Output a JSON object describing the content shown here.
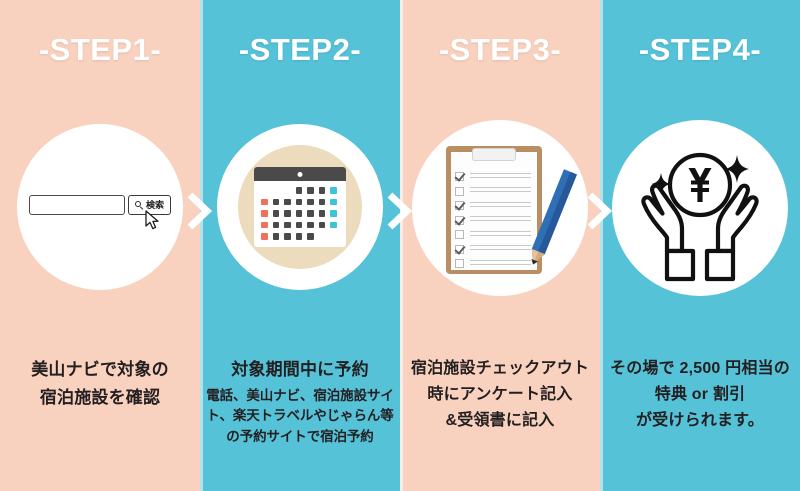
{
  "colors": {
    "peach": "#f9d2bf",
    "teal": "#55c2d8",
    "circle_white": "#ffffff",
    "calendar_circle": "#ecdcbd",
    "title_white": "#ffffff",
    "caption_text": "#231f20",
    "calendar_red": "#f1705c",
    "calendar_gray": "#4a4a4a",
    "calendar_teal": "#3fc4d6",
    "clipboard_brown": "#b98e63",
    "pencil_blue": "#2f6fb5"
  },
  "steps": [
    {
      "title": "-STEP1-",
      "theme": "peach",
      "icon_name": "search-box-icon",
      "search": {
        "input_value": "",
        "input_placeholder": "",
        "button_label": "検索",
        "button_icon": "magnifier-icon",
        "cursor_icon": "mouse-pointer-icon"
      },
      "caption": {
        "lines": [
          "美山ナビで対象の",
          "宿泊施設を確認"
        ],
        "sub_lines": []
      }
    },
    {
      "title": "-STEP2-",
      "theme": "teal",
      "icon_name": "calendar-icon",
      "calendar": {
        "rows": [
          [
            "empty",
            "empty",
            "empty",
            "gray",
            "gray",
            "gray",
            "teal"
          ],
          [
            "red",
            "gray",
            "gray",
            "gray",
            "gray",
            "gray",
            "teal"
          ],
          [
            "red",
            "gray",
            "gray",
            "gray",
            "gray",
            "gray",
            "teal"
          ],
          [
            "red",
            "gray",
            "gray",
            "gray",
            "gray",
            "gray",
            "teal"
          ],
          [
            "red",
            "gray",
            "gray",
            "gray",
            "gray",
            "empty",
            "empty"
          ]
        ]
      },
      "caption": {
        "lines": [
          "対象期間中に予約"
        ],
        "sub_lines": [
          "電話、美山ナビ、宿泊施設サイト、楽天トラベルやじゃらん等の予約サイトで宿泊予約"
        ]
      }
    },
    {
      "title": "-STEP3-",
      "theme": "peach",
      "icon_name": "clipboard-checklist-icon",
      "clipboard": {
        "checks": [
          true,
          false,
          true,
          true,
          false,
          true,
          false
        ],
        "pencil_icon": "pencil-icon"
      },
      "caption": {
        "lines": [
          "宿泊施設チェックアウト",
          "時にアンケート記入",
          "&受領書に記入"
        ],
        "sub_lines": []
      }
    },
    {
      "title": "-STEP4-",
      "theme": "teal",
      "icon_name": "hands-holding-yen-coin-icon",
      "reward": {
        "currency_symbol": "¥",
        "sparkle_icon": "sparkle-icon"
      },
      "caption": {
        "lines": [
          "その場で 2,500 円相当の",
          "特典 or 割引",
          "が受けられます。"
        ],
        "sub_lines": []
      }
    }
  ],
  "arrows": {
    "icon_name": "chevron-right-icon",
    "count": 3
  }
}
